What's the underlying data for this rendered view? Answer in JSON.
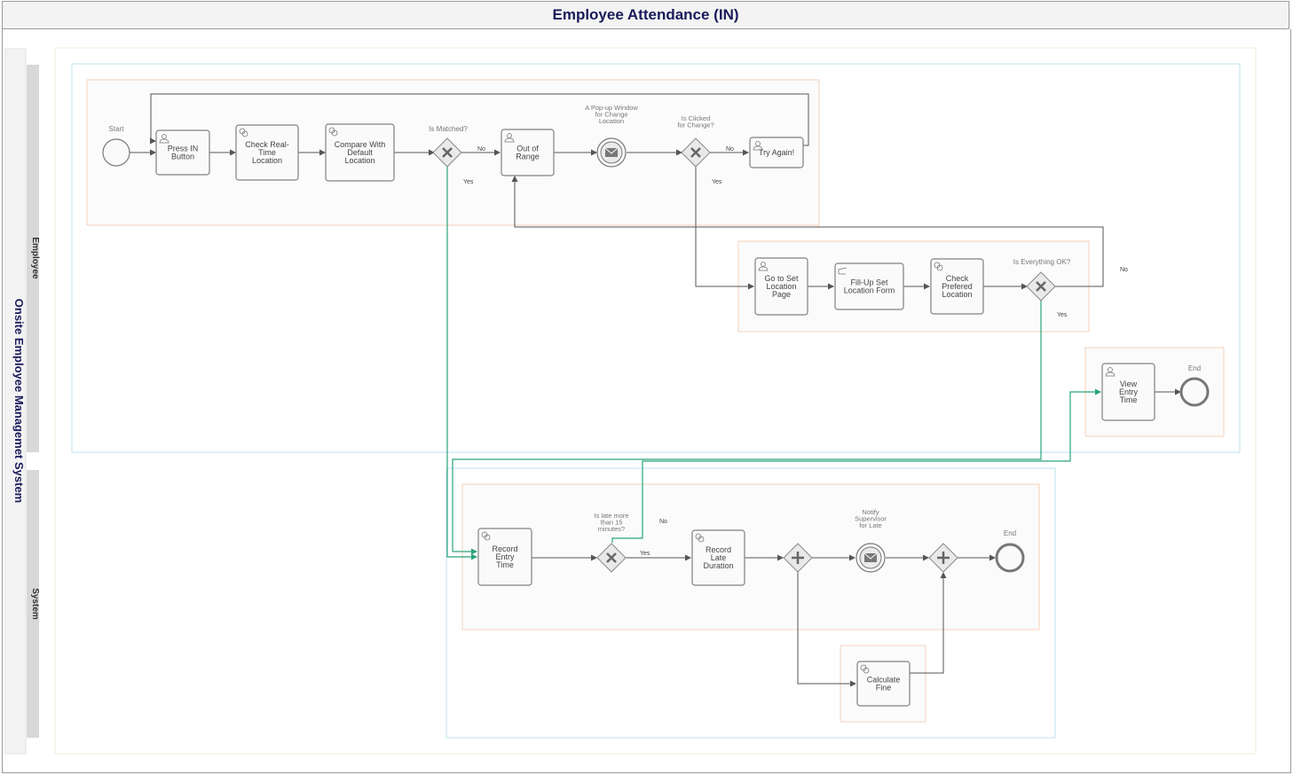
{
  "title": "Employee Attendance (IN)",
  "pool": {
    "label": "Onsite Employee Managemet System"
  },
  "lanes": {
    "employee": "Employee",
    "system": "System"
  },
  "tasks": {
    "press_in": [
      "Press IN",
      "Button"
    ],
    "check_realtime": [
      "Check Real-",
      "Time",
      "Location"
    ],
    "compare_default": [
      "Compare With",
      "Default",
      "Location"
    ],
    "out_of_range": [
      "Out of",
      "Range"
    ],
    "try_again": [
      "Try Again!"
    ],
    "go_set_location": [
      "Go to Set",
      "Location",
      "Page"
    ],
    "fillup_form": [
      "Fill-Up Set",
      "Location Form"
    ],
    "check_prefered": [
      "Check",
      "Prefered",
      "Location"
    ],
    "view_entry": [
      "View",
      "Entry",
      "Time"
    ],
    "record_entry": [
      "Record",
      "Entry",
      "Time"
    ],
    "record_late": [
      "Record",
      "Late",
      "Duration"
    ],
    "calculate_fine": [
      "Calculate",
      "Fine"
    ]
  },
  "events": {
    "start": "Start",
    "end_view": "End",
    "end_system": "End",
    "popup": [
      "A Pop-up Window",
      "for Change",
      "Location"
    ],
    "notify": [
      "Notify",
      "Supervisor",
      "for Late"
    ]
  },
  "gateways": {
    "is_matched": "Is Matched?",
    "is_clicked": [
      "Is Clicked",
      "for Change?"
    ],
    "is_everything_ok": "Is Everything OK?",
    "is_late": [
      "Is late more",
      "than 15",
      "minutes?"
    ]
  },
  "flow_labels": {
    "no": "No",
    "yes": "Yes"
  },
  "colors": {
    "title": "#1a1a5a",
    "task_border": "#808080",
    "task_fill": "#fafafa",
    "gateway_fill": "#e9e9e9",
    "subprocess_border": "#f4d2b8",
    "lane_outer_border": "#bfe0ee",
    "system_flow": "#2aa37a",
    "lane_bar": "#d8d8d8"
  }
}
